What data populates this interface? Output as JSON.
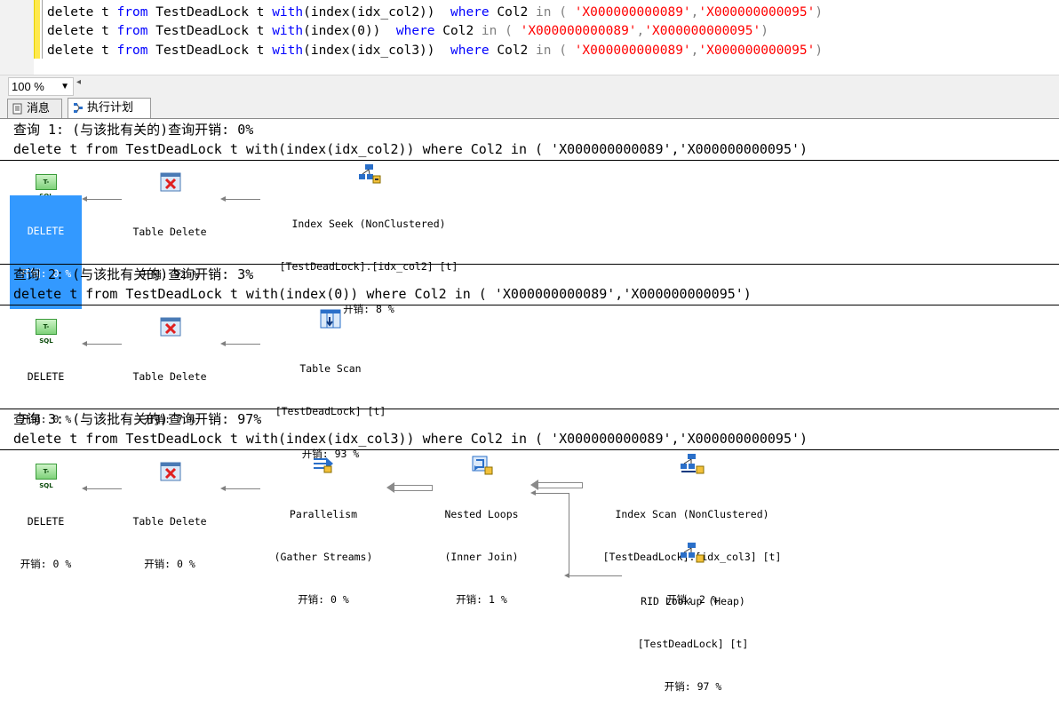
{
  "editor": {
    "lines": [
      {
        "p1": "delete t ",
        "from": "from",
        "p2": " TestDeadLock t ",
        "with": "with",
        "p3": "(index(idx_col2))  ",
        "where": "where",
        "p4": " Col2 ",
        "in": "in",
        "p5": " ( ",
        "s1": "'X000000000089'",
        "comma": ",",
        "s2": "'X000000000095'",
        "close": ")"
      },
      {
        "p1": "delete t ",
        "from": "from",
        "p2": " TestDeadLock t ",
        "with": "with",
        "p3": "(index(0))  ",
        "where": "where",
        "p4": " Col2 ",
        "in": "in",
        "p5": " ( ",
        "s1": "'X000000000089'",
        "comma": ",",
        "s2": "'X000000000095'",
        "close": ")"
      },
      {
        "p1": "delete t ",
        "from": "from",
        "p2": " TestDeadLock t ",
        "with": "with",
        "p3": "(index(idx_col3))  ",
        "where": "where",
        "p4": " Col2 ",
        "in": "in",
        "p5": " ( ",
        "s1": "'X000000000089'",
        "comma": ",",
        "s2": "'X000000000095'",
        "close": ")"
      }
    ]
  },
  "zoom": {
    "value": "100 %",
    "arrow": "▼",
    "scroll_left": "◂"
  },
  "tabs": [
    {
      "label": "消息"
    },
    {
      "label": "执行计划"
    }
  ],
  "queries": [
    {
      "title": "查询 1: (与该批有关的)查询开销: 0%",
      "text": "delete t from TestDeadLock t with(index(idx_col2)) where Col2 in ( 'X000000000089','X000000000095')",
      "nodes": {
        "delete": {
          "l1": "DELETE",
          "l2": "开销: 0 %"
        },
        "table_delete": {
          "l1": "Table Delete",
          "l2": "开销: 92 %"
        },
        "op": {
          "l1": "Index Seek (NonClustered)",
          "l2": "[TestDeadLock].[idx_col2] [t]",
          "l3": "开销: 8 %"
        }
      }
    },
    {
      "title": "查询 2: (与该批有关的)查询开销: 3%",
      "text": "delete t from TestDeadLock t with(index(0)) where Col2 in ( 'X000000000089','X000000000095')",
      "nodes": {
        "delete": {
          "l1": "DELETE",
          "l2": "开销: 0 %"
        },
        "table_delete": {
          "l1": "Table Delete",
          "l2": "开销: 7 %"
        },
        "op": {
          "l1": "Table Scan",
          "l2": "[TestDeadLock] [t]",
          "l3": "开销: 93 %"
        }
      }
    },
    {
      "title": "查询 3: (与该批有关的)查询开销: 97%",
      "text": "delete t from TestDeadLock t with(index(idx_col3)) where Col2 in ( 'X000000000089','X000000000095')",
      "nodes": {
        "delete": {
          "l1": "DELETE",
          "l2": "开销: 0 %"
        },
        "table_delete": {
          "l1": "Table Delete",
          "l2": "开销: 0 %"
        },
        "parallelism": {
          "l1": "Parallelism",
          "l2": "(Gather Streams)",
          "l3": "开销: 0 %"
        },
        "nested_loops": {
          "l1": "Nested Loops",
          "l2": "(Inner Join)",
          "l3": "开销: 1 %"
        },
        "index_scan": {
          "l1": "Index Scan (NonClustered)",
          "l2": "[TestDeadLock].[idx_col3] [t]",
          "l3": "开销: 2 %"
        },
        "rid_lookup": {
          "l1": "RID Lookup (Heap)",
          "l2": "[TestDeadLock] [t]",
          "l3": "开销: 97 %"
        }
      }
    }
  ],
  "tsql_icon_text": "T-SQL",
  "colors": {
    "keyword": "#0000ff",
    "string": "#ff0000",
    "operator": "#808080",
    "selection": "#3399ff"
  }
}
